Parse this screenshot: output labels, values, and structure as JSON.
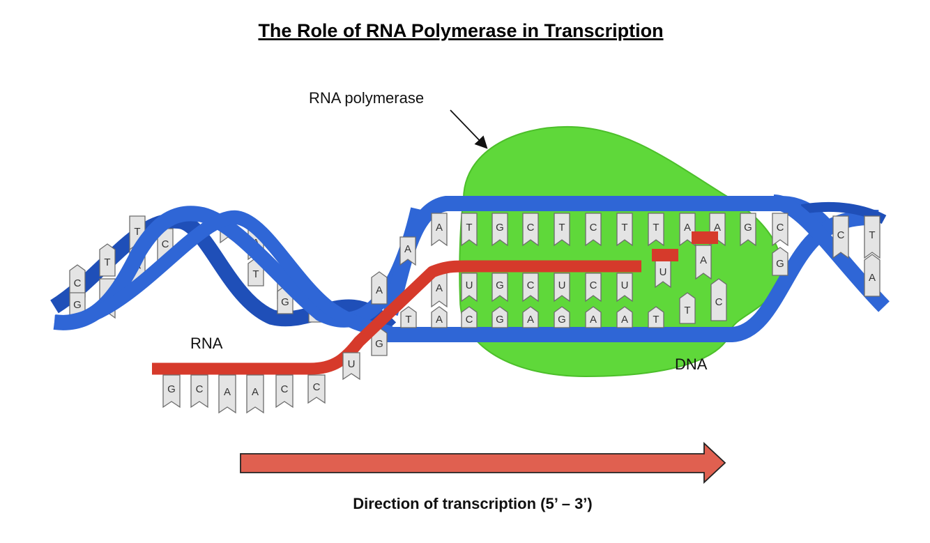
{
  "title": "The Role of RNA Polymerase in Transcription",
  "labels": {
    "rna_polymerase": "RNA polymerase",
    "rna": "RNA",
    "dna": "DNA",
    "direction": "Direction of transcription (5’ – 3’)"
  },
  "colors": {
    "dna_backbone": "#2f66d6",
    "dna_backbone_dark": "#1f4fb8",
    "polymerase": "#5fd83a",
    "rna_strand": "#d63a2b",
    "arrow_fill": "#e06050",
    "base_fill": "#e4e4e4"
  },
  "bases": {
    "left_helix": [
      "C",
      "G",
      "T",
      "A",
      "T",
      "A",
      "C",
      "A",
      "A",
      "T",
      "C",
      "G",
      "G"
    ],
    "coding_strand_top": [
      "A",
      "A",
      "T",
      "G",
      "C",
      "T",
      "C",
      "T",
      "T",
      "A",
      "A",
      "G",
      "C",
      "C",
      "T"
    ],
    "template_strand_bottom": [
      "G",
      "A",
      "T",
      "A",
      "C",
      "G",
      "A",
      "G",
      "A",
      "A",
      "T",
      "T",
      "C",
      "G",
      "A"
    ],
    "rna_inside_bubble": [
      "A",
      "U",
      "G",
      "C",
      "U",
      "C",
      "U",
      "U",
      "A"
    ],
    "rna_tail": [
      "G",
      "C",
      "A",
      "A",
      "C",
      "C",
      "U"
    ]
  }
}
